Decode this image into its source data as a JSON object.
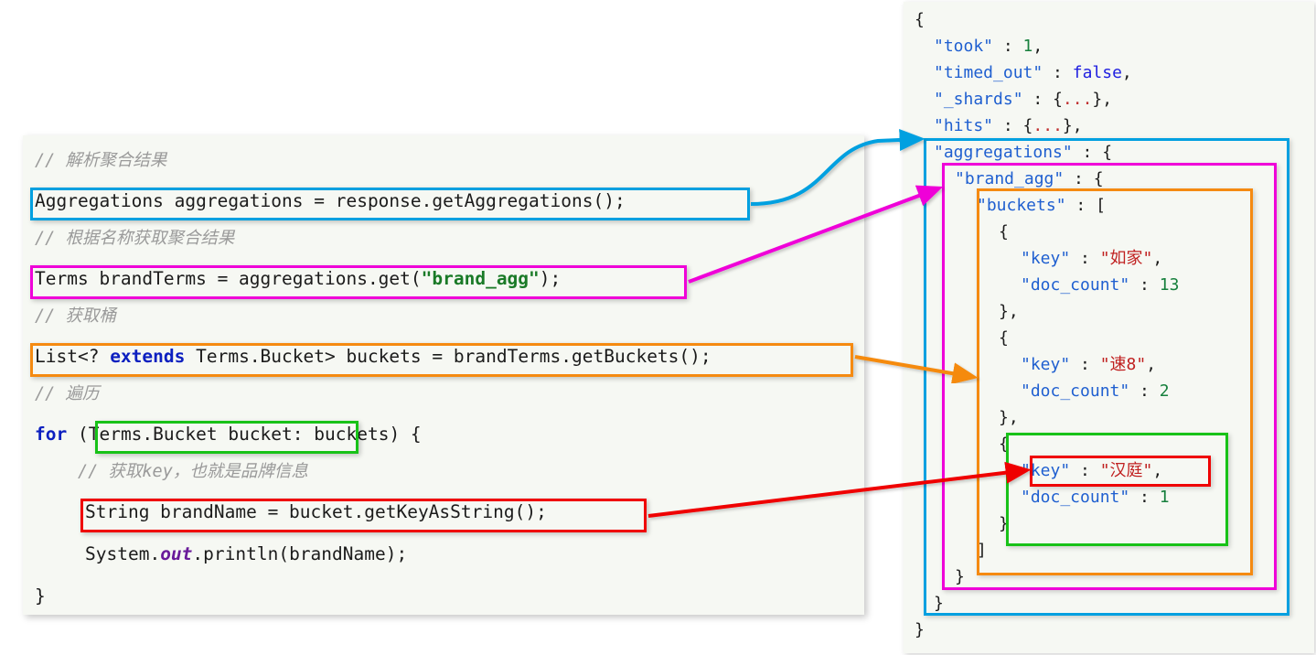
{
  "title": "Elasticsearch Java aggregation parsing diagram",
  "code_panel": {
    "language": "java",
    "lines": [
      {
        "id": "c1",
        "kind": "comment",
        "text": "// 解析聚合结果"
      },
      {
        "id": "c2",
        "kind": "code",
        "text": "Aggregations aggregations = response.getAggregations();",
        "box": "blue"
      },
      {
        "id": "c3",
        "kind": "comment",
        "text": "// 根据名称获取聚合结果"
      },
      {
        "id": "c4a",
        "kind": "code",
        "text": "Terms brandTerms = aggregations.get(",
        "box": "magenta"
      },
      {
        "id": "c4b",
        "kind": "string",
        "text": "\"brand_agg\""
      },
      {
        "id": "c4c",
        "kind": "code",
        "text": ");"
      },
      {
        "id": "c5",
        "kind": "comment",
        "text": "// 获取桶"
      },
      {
        "id": "c6a",
        "kind": "code",
        "text": "List<? ",
        "box": "orange"
      },
      {
        "id": "c6b",
        "kind": "keyword",
        "text": "extends"
      },
      {
        "id": "c6c",
        "kind": "code",
        "text": " Terms.Bucket> buckets = brandTerms.getBuckets();"
      },
      {
        "id": "c7",
        "kind": "comment",
        "text": "// 遍历"
      },
      {
        "id": "c8a",
        "kind": "keyword",
        "text": "for"
      },
      {
        "id": "c8b",
        "kind": "code",
        "text": " ("
      },
      {
        "id": "c8c",
        "kind": "code",
        "text": "Terms.Bucket bucket",
        "box": "green"
      },
      {
        "id": "c8d",
        "kind": "code",
        "text": ": buckets) {"
      },
      {
        "id": "c9",
        "kind": "comment",
        "text": "// 获取key，也就是品牌信息"
      },
      {
        "id": "c10",
        "kind": "code",
        "text": "String brandName = bucket.getKeyAsString();",
        "box": "red"
      },
      {
        "id": "c11a",
        "kind": "code",
        "text": "System."
      },
      {
        "id": "c11b",
        "kind": "field",
        "text": "out"
      },
      {
        "id": "c11c",
        "kind": "code",
        "text": ".println(brandName);"
      },
      {
        "id": "c12",
        "kind": "code",
        "text": "}"
      }
    ]
  },
  "json_panel": {
    "lines": [
      {
        "id": "j1",
        "text": "{"
      },
      {
        "id": "j2",
        "key": "\"took\"",
        "sep": " : ",
        "num": "1",
        "tail": ","
      },
      {
        "id": "j3",
        "key": "\"timed_out\"",
        "sep": " : ",
        "bool": "false",
        "tail": ","
      },
      {
        "id": "j4",
        "key": "\"_shards\"",
        "sep": " : ",
        "obj_open": "{",
        "dots": "...",
        "obj_close": "}",
        "tail": ","
      },
      {
        "id": "j5",
        "key": "\"hits\"",
        "sep": " : ",
        "obj_open": "{",
        "dots": "...",
        "obj_close": "}",
        "tail": ","
      },
      {
        "id": "j6",
        "key": "\"aggregations\"",
        "sep": " : ",
        "tail": "{",
        "box": "blue"
      },
      {
        "id": "j7",
        "key": "\"brand_agg\"",
        "sep": " : ",
        "tail": "{",
        "box": "magenta"
      },
      {
        "id": "j8",
        "key": "\"buckets\"",
        "sep": " : ",
        "tail": "[",
        "box": "orange"
      },
      {
        "id": "j9",
        "text": "{"
      },
      {
        "id": "j10",
        "key": "\"key\"",
        "sep": " : ",
        "str": "\"如家\"",
        "tail": ","
      },
      {
        "id": "j11",
        "key": "\"doc_count\"",
        "sep": " : ",
        "num": "13"
      },
      {
        "id": "j12",
        "text": "},"
      },
      {
        "id": "j13",
        "text": "{"
      },
      {
        "id": "j14",
        "key": "\"key\"",
        "sep": " : ",
        "str": "\"速8\"",
        "tail": ","
      },
      {
        "id": "j15",
        "key": "\"doc_count\"",
        "sep": " : ",
        "num": "2"
      },
      {
        "id": "j16",
        "text": "},"
      },
      {
        "id": "j17",
        "text": "{",
        "box": "green"
      },
      {
        "id": "j18",
        "key": "\"key\"",
        "sep": " : ",
        "str": "\"汉庭\"",
        "tail": ",",
        "box": "red"
      },
      {
        "id": "j19",
        "key": "\"doc_count\"",
        "sep": " : ",
        "num": "1"
      },
      {
        "id": "j20",
        "text": "}"
      },
      {
        "id": "j21",
        "text": "]"
      },
      {
        "id": "j22",
        "text": "}"
      },
      {
        "id": "j23",
        "text": "}"
      },
      {
        "id": "j24",
        "text": "}"
      }
    ],
    "buckets": [
      {
        "key": "如家",
        "doc_count": 13
      },
      {
        "key": "速8",
        "doc_count": 2
      },
      {
        "key": "汉庭",
        "doc_count": 1
      }
    ],
    "took": 1,
    "timed_out": "false"
  },
  "colors": {
    "blue": "#00a0e0",
    "magenta": "#ef00d8",
    "orange": "#f58a11",
    "green": "#18c218",
    "red": "#ef0000",
    "panel_bg": "#f6f8f3",
    "comment": "#9a9a9a",
    "json_key": "#1f5fd0",
    "json_string": "#c02020",
    "json_number": "#17803d",
    "json_bool": "#2020e0",
    "java_string": "#1a7a27",
    "java_keyword": "#0d20c0"
  },
  "arrows": [
    {
      "name": "blue-arrow",
      "from": "code-line-aggregations",
      "to": "json-aggregations-box",
      "color": "#00a0e0",
      "shape": "s-curve"
    },
    {
      "name": "magenta-arrow",
      "from": "code-line-brandTerms",
      "to": "json-brand-agg-box",
      "color": "#ef00d8",
      "shape": "straight"
    },
    {
      "name": "orange-arrow",
      "from": "code-line-buckets",
      "to": "json-buckets-box",
      "color": "#f58a11",
      "shape": "straight"
    },
    {
      "name": "green-arrow",
      "from": "code-bucket-var",
      "to": "json-bucket-object",
      "color": "#18c218",
      "shape": "straight"
    },
    {
      "name": "red-arrow",
      "from": "code-line-brandName",
      "to": "json-key-hanting",
      "color": "#ef0000",
      "shape": "straight"
    }
  ]
}
